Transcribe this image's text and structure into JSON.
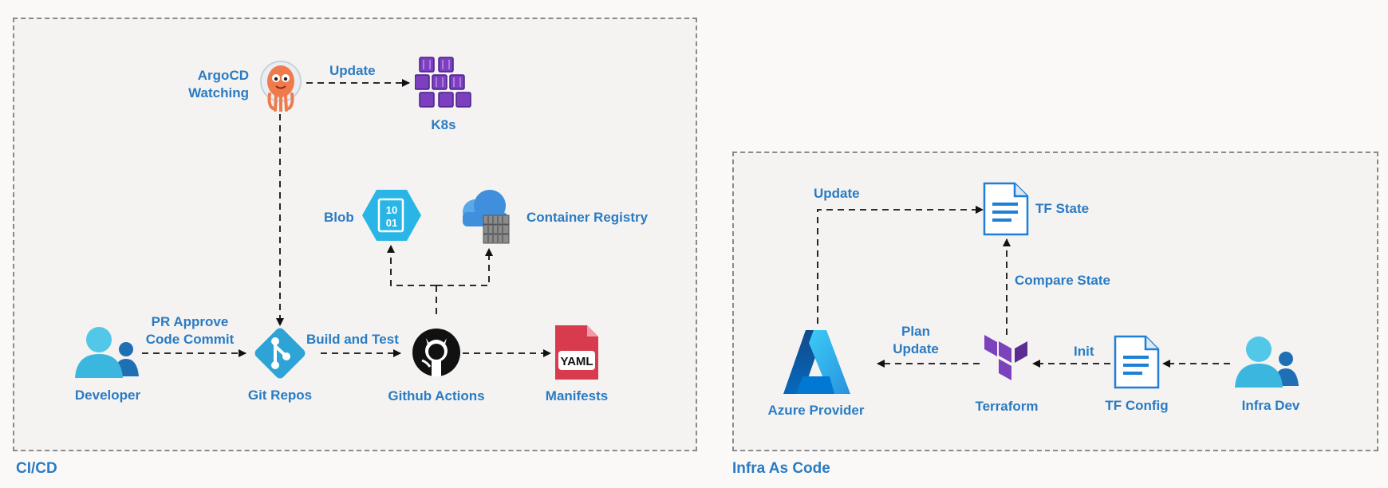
{
  "groups": {
    "cicd": "CI/CD",
    "iac": "Infra As Code"
  },
  "nodes": {
    "argocd": "ArgoCD\nWatching",
    "k8s": "K8s",
    "blob": "Blob",
    "container_registry": "Container Registry",
    "developer": "Developer",
    "git_repos": "Git Repos",
    "github_actions": "Github Actions",
    "manifests": "Manifests",
    "tf_state": "TF State",
    "azure_provider": "Azure Provider",
    "terraform": "Terraform",
    "tf_config": "TF Config",
    "infra_dev": "Infra Dev"
  },
  "edges": {
    "argocd_update": "Update",
    "pr_approve": "PR Approve\nCode Commit",
    "build_test": "Build and Test",
    "iac_update": "Update",
    "compare_state": "Compare State",
    "plan_update": "Plan\nUpdate",
    "init": "Init"
  },
  "icon_text": {
    "yaml": "YAML",
    "blob_bits": "10\n01"
  },
  "colors": {
    "accent": "#2a7bc4",
    "k8s_purple": "#7b3fbf",
    "git_blue": "#2ea3d6",
    "yaml_red": "#d83a4e",
    "terraform_purple": "#7b42bc",
    "azure_blue": "#0a6ac7"
  }
}
